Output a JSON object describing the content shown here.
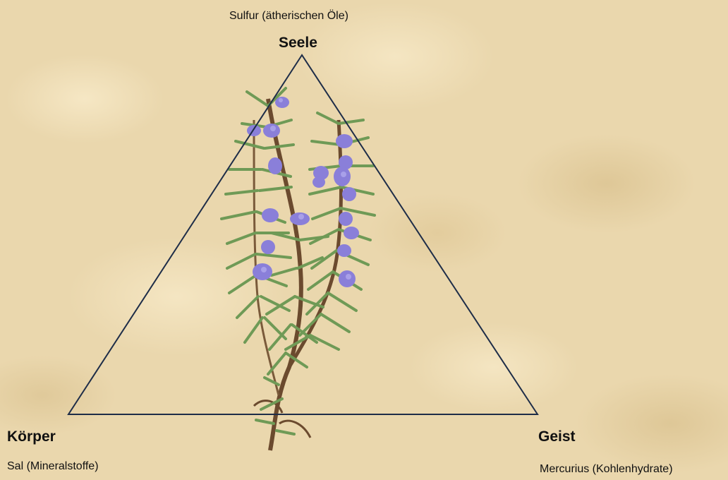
{
  "top": {
    "subtitle": "Sulfur (ätherischen Öle)",
    "title": "Seele"
  },
  "left": {
    "title": "Körper",
    "subtitle": "Sal (Mineralstoffe)"
  },
  "right": {
    "title": "Geist",
    "subtitle": "Mercurius (Kohlenhydrate)"
  },
  "illustration": {
    "subject": "rosemary-plant",
    "flower_color": "#8a7fd9",
    "leaf_color": "#6f9a56",
    "stem_color": "#6b4a2e"
  },
  "colors": {
    "triangle": "#1e2d48",
    "background": "#ead7ad"
  }
}
